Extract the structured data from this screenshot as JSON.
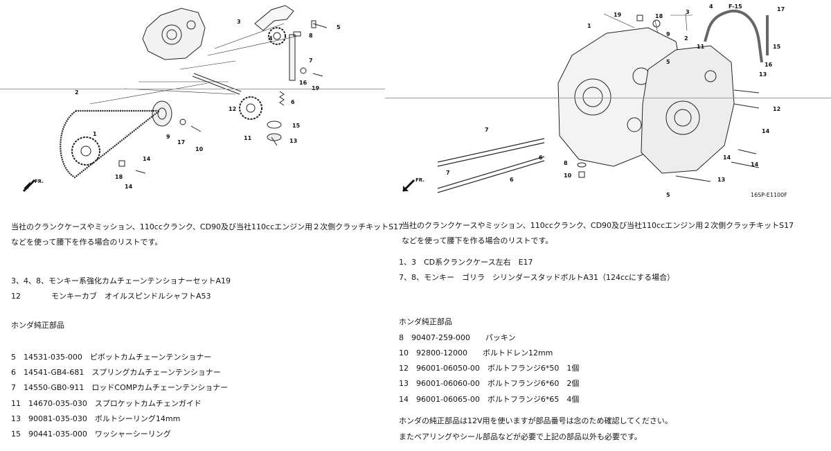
{
  "left": {
    "diagram_callouts": [
      "1",
      "2",
      "3",
      "4",
      "5",
      "6",
      "7",
      "8",
      "9",
      "10",
      "11",
      "12",
      "13",
      "14",
      "14",
      "15",
      "16",
      "17",
      "18",
      "19"
    ],
    "front_marker": "FR.",
    "intro_line1": "当社のクランクケースやミッション、110ccクランク、CD90及び当社110ccエンジン用２次側クラッチキットS17",
    "intro_line2": "などを使って腰下を作る場合のリストです。",
    "kit_lines": [
      "3、4、8、モンキー系強化カムチェーンテンショナーセットA19",
      "12　　　　モンキーカブ　オイルスピンドルシャフトA53"
    ],
    "genuine_heading": "ホンダ純正部品",
    "parts": [
      "5　14531-035-000　ピボットカムチェーンテンショナー",
      "6　14541-GB4-681　スプリングカムチェーンテンショナー",
      "7　14550-GB0-911　ロッドCOMPカムチェーンテンショナー",
      "11　14670-035-030　スプロケットカムチェンガイド",
      "13　90081-035-030　ボルトシーリング14mm",
      "15　90441-035-000　ワッシャーシーリング"
    ]
  },
  "right": {
    "diagram_callouts": [
      "1",
      "2",
      "3",
      "4",
      "5",
      "5",
      "6",
      "6",
      "7",
      "7",
      "8",
      "9",
      "10",
      "11",
      "12",
      "13",
      "13",
      "14",
      "14",
      "14",
      "15",
      "16",
      "17",
      "18",
      "19"
    ],
    "section_code": "F-15",
    "figure_code": "16SP-E1100F",
    "front_marker": "FR.",
    "intro_line1": "当社のクランクケースやミッション、110ccクランク、CD90及び当社110ccエンジン用２次側クラッチキットS17",
    "intro_line2": "などを使って腰下を作る場合のリストです。",
    "kit_lines": [
      "1、3　CD系クランクケース左右　E17",
      "7、8、モンキー　ゴリラ　シリンダースタッドボルトA31（124ccにする場合）"
    ],
    "genuine_heading": "ホンダ純正部品",
    "parts": [
      "8　90407-259-000　　パッキン",
      "10　92800-12000　　ボルトドレン12mm",
      "12　96001-06050-00　ボルトフランジ6*50　1個",
      "13　96001-06060-00　ボルトフランジ6*60　2個",
      "14　96001-06065-00　ボルトフランジ6*65　4個"
    ],
    "footnote_line1": "ホンダの純正部品は12V用を使いますが部品番号は念のため確認してください。",
    "footnote_line2": "またベアリングやシール部品などが必要で上記の部品以外も必要です。"
  }
}
